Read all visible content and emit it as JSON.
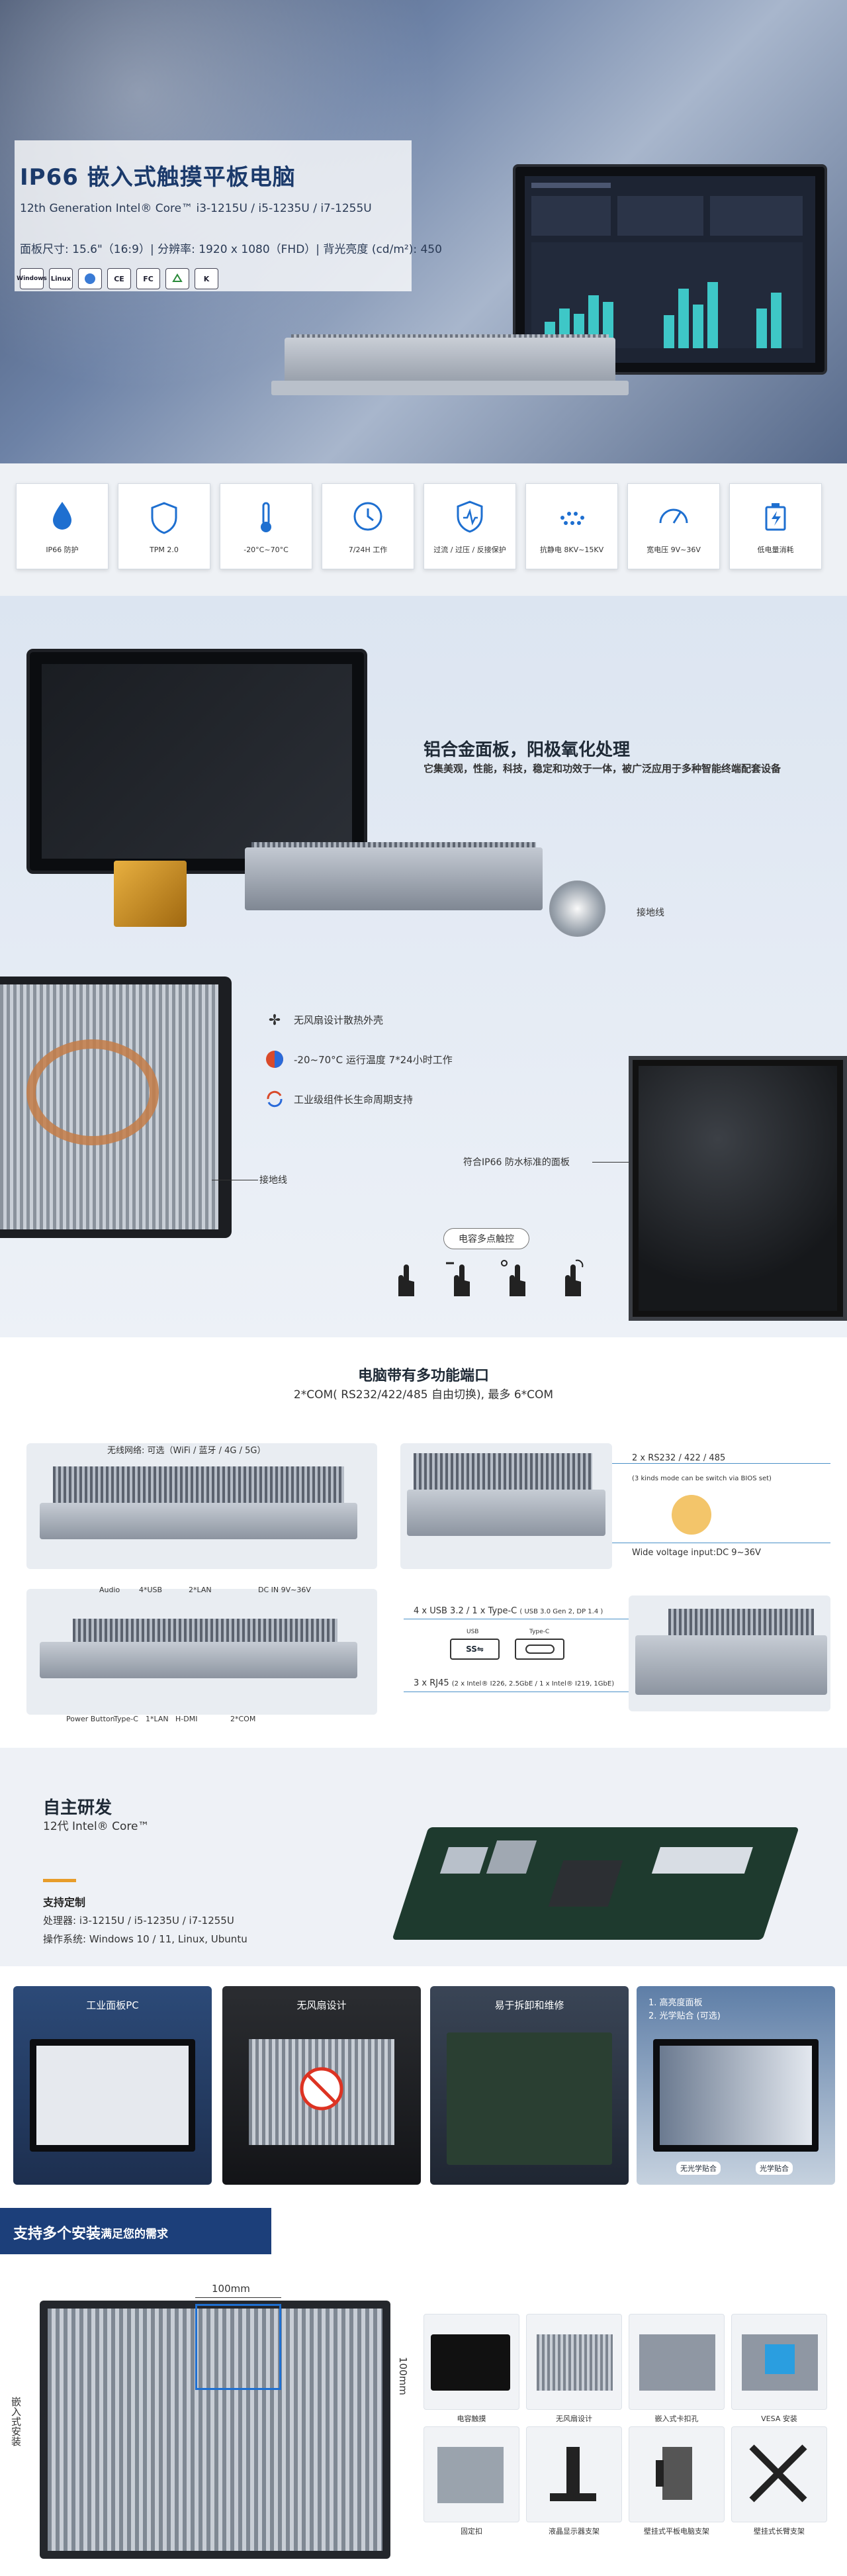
{
  "hero": {
    "title": "IP66 嵌入式触摸平板电脑",
    "subtitle": "12th Generation Intel® Core™ i3-1215U / i5-1235U / i7-1255U",
    "specs": "面板尺寸: 15.6\"（16:9）| 分辨率: 1920 x 1080（FHD）| 背光亮度 (cd/m²): 450",
    "os_badges": [
      "Windows",
      "Linux",
      "",
      "CE",
      "FC",
      "",
      "K"
    ]
  },
  "features": [
    {
      "label": "IP66 防护",
      "icon": "water-drop-icon"
    },
    {
      "label": "TPM 2.0",
      "icon": "shield-icon"
    },
    {
      "label": "-20°C~70°C",
      "icon": "thermometer-icon"
    },
    {
      "label": "7/24H 工作",
      "icon": "clock-icon"
    },
    {
      "label": "过流 / 过压 / 反接保护",
      "icon": "protection-icon"
    },
    {
      "label": "抗静电 8KV~15KV",
      "icon": "static-icon"
    },
    {
      "label": "宽电压 9V~36V",
      "icon": "gauge-icon"
    },
    {
      "label": "低电量消耗",
      "icon": "battery-icon"
    }
  ],
  "aluminum": {
    "title": "铝合金面板，阳极氧化处理",
    "desc": "它集美观，性能，科技，稳定和功效于一体，被广泛应用于多种智能终端配套设备",
    "ground_label": "接地线"
  },
  "cooling": {
    "items": [
      "无风扇设计散热外壳",
      "-20~70°C 运行温度 7*24小时工作",
      "工业级组件长生命周期支持"
    ],
    "ground_label": "接地线",
    "ip66_label": "符合IP66 防水标准的面板",
    "touch_button": "电容多点触控"
  },
  "ports": {
    "title": "电脑带有多功能端口",
    "subtitle": "2*COM( RS232/422/485 自由切换), 最多 6*COM",
    "wireless": "无线网络: 可选（WiFi / 蓝牙 / 4G / 5G）",
    "top_labels": [
      "Audio",
      "4*USB",
      "2*LAN",
      "DC IN 9V~36V"
    ],
    "bottom_labels": [
      "Power Button",
      "Type-C",
      "1*LAN",
      "H-DMI",
      "2*COM"
    ],
    "rs": "2 x RS232 / 422 / 485",
    "rs_note": "(3 kinds mode can be switch via BIOS set)",
    "wide_voltage": "Wide voltage input:DC 9~36V",
    "usb": "4 x USB 3.2 / 1 x Type-C",
    "usb_note": "( USB 3.0 Gen 2, DP 1.4 )",
    "usb_icon_labels": [
      "USB",
      "Type-C"
    ],
    "rj45": "3 x RJ45",
    "rj45_note": "(2 x Intel® I226, 2.5GbE / 1 x Intel® I219, 1GbE)"
  },
  "rd": {
    "title": "自主研发",
    "subtitle": "12代 Intel® Core™",
    "heading": "支持定制",
    "cpu": "处理器: i3-1215U / i5-1235U / i7-1255U",
    "os": "操作系统: Windows 10 / 11,    Linux, Ubuntu"
  },
  "cards": [
    {
      "title": "工业面板PC"
    },
    {
      "title": "无风扇设计"
    },
    {
      "title": "易于拆卸和维修"
    },
    {
      "title": "",
      "lines": [
        "1. 高亮度面板",
        "2. 光学贴合 (可选)"
      ],
      "captions": [
        "无光学贴合",
        "光学贴合"
      ]
    }
  ],
  "install": {
    "title": "支持多个安装",
    "subtitle": "满足您的需求",
    "width_label": "100mm",
    "height_label": "100mm",
    "side_label": "嵌入式安装",
    "types": [
      "电容触摸",
      "无风扇设计",
      "嵌入式卡扣孔",
      "VESA 安装",
      "固定扣",
      "液晶显示器支架",
      "壁挂式平板电脑支架",
      "壁挂式长臂支架"
    ]
  },
  "colors": {
    "accent": "#1c3f7a",
    "teal": "#3ec7c7",
    "orange": "#e79c2a"
  }
}
